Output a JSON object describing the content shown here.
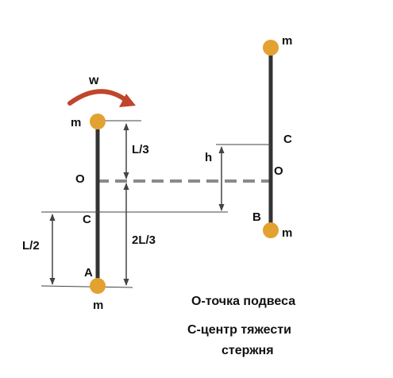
{
  "labels": {
    "omega": "w",
    "mass": "m",
    "pivot": "O",
    "center": "C",
    "end_a": "A",
    "end_b": "B",
    "l_third": "L/3",
    "two_l_third": "2L/3",
    "l_half": "L/2",
    "h": "h"
  },
  "legend": {
    "line1": "O-точка подвеса",
    "line2": "С-центр тяжести",
    "line3": "стержня"
  },
  "colors": {
    "mass_fill": "#E3A131",
    "rod": "#333333",
    "arrow": "#C0452B",
    "dashed_axis": "#8A8A8A",
    "dimension": "#444444"
  }
}
